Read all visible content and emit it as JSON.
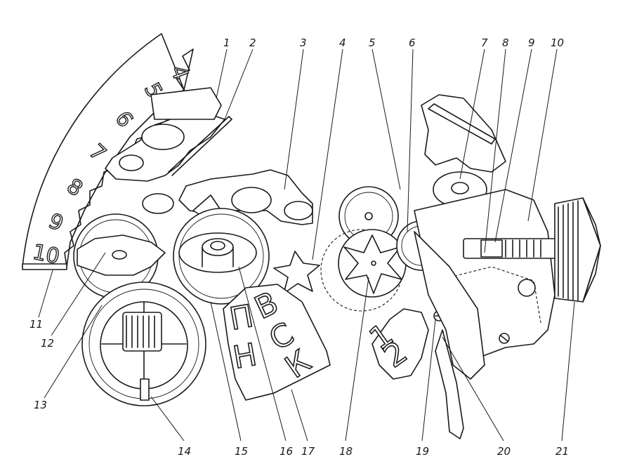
{
  "callouts": [
    {
      "label": "1"
    },
    {
      "label": "2"
    },
    {
      "label": "3"
    },
    {
      "label": "4"
    },
    {
      "label": "5"
    },
    {
      "label": "6"
    },
    {
      "label": "7"
    },
    {
      "label": "8"
    },
    {
      "label": "9"
    },
    {
      "label": "10"
    },
    {
      "label": "11"
    },
    {
      "label": "12"
    },
    {
      "label": "13"
    },
    {
      "label": "14"
    },
    {
      "label": "15"
    },
    {
      "label": "16"
    },
    {
      "label": "17"
    },
    {
      "label": "18"
    },
    {
      "label": "19"
    },
    {
      "label": "20"
    },
    {
      "label": "21"
    }
  ],
  "date_ring": {
    "numerals": [
      "4",
      "5",
      "6",
      "7",
      "8",
      "9",
      "10"
    ]
  },
  "day_disc": {
    "letters": [
      "П",
      "Н",
      "В",
      "С",
      "К"
    ]
  },
  "quick_set_disc": {
    "numerals": [
      "1",
      "2"
    ]
  }
}
